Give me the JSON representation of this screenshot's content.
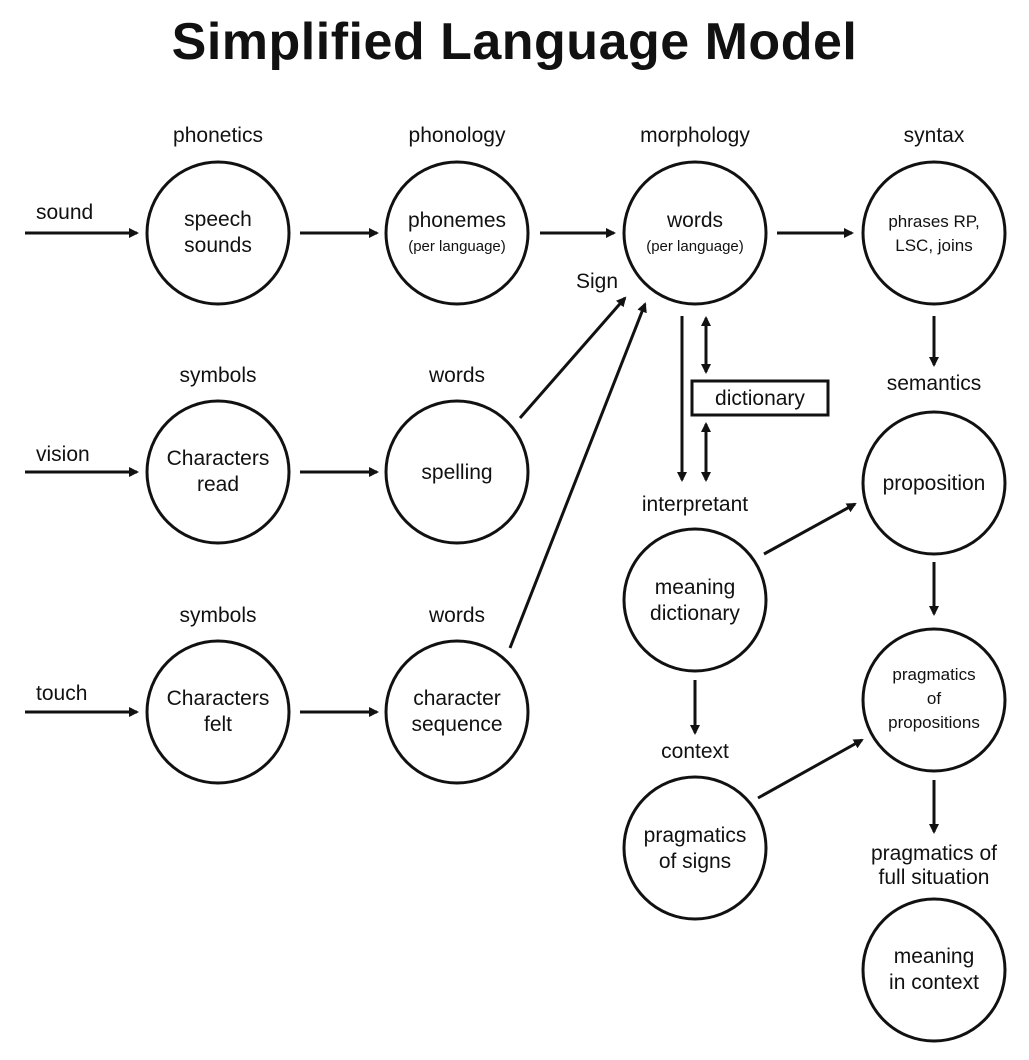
{
  "title": "Simplified Language Model",
  "inputs": {
    "sound": "sound",
    "vision": "vision",
    "touch": "touch"
  },
  "headers": {
    "phonetics": "phonetics",
    "phonology": "phonology",
    "morphology": "morphology",
    "syntax": "syntax",
    "symbols_1": "symbols",
    "words_1": "words",
    "symbols_2": "symbols",
    "words_2": "words",
    "semantics": "semantics",
    "interpretant": "interpretant",
    "context": "context",
    "pragmatics_full_1": "pragmatics of",
    "pragmatics_full_2": "full situation"
  },
  "sign_label": "Sign",
  "dictionary_box": "dictionary",
  "nodes": {
    "speech_sounds": [
      "speech",
      "sounds"
    ],
    "phonemes": [
      "phonemes",
      "(per language)"
    ],
    "words": [
      "words",
      "(per language)"
    ],
    "phrases": [
      "phrases RP,",
      "LSC, joins"
    ],
    "characters_read": [
      "Characters",
      "read"
    ],
    "spelling": [
      "spelling"
    ],
    "characters_felt": [
      "Characters",
      "felt"
    ],
    "character_sequence": [
      "character",
      "sequence"
    ],
    "proposition": [
      "proposition"
    ],
    "meaning_dictionary": [
      "meaning",
      "dictionary"
    ],
    "pragmatics_propositions": [
      "pragmatics",
      "of",
      "propositions"
    ],
    "pragmatics_signs": [
      "pragmatics",
      "of signs"
    ],
    "meaning_in_context": [
      "meaning",
      "in context"
    ]
  }
}
